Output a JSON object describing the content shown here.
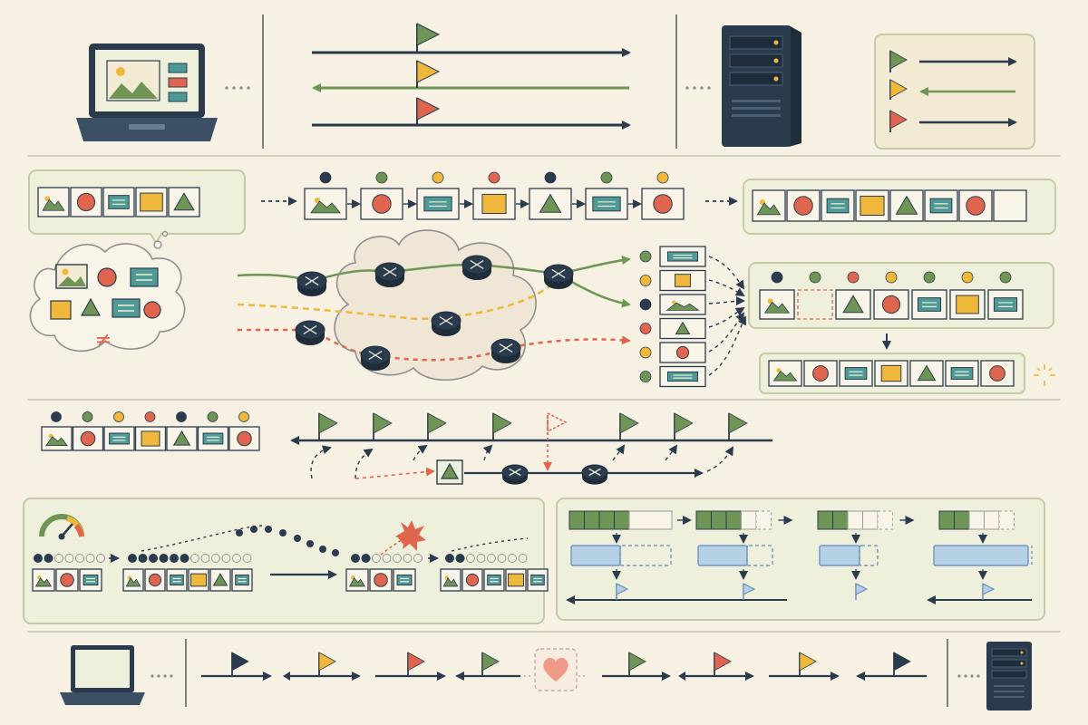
{
  "colors": {
    "background": "#f7f1e3",
    "panel": "#eef0dc",
    "panel_border": "#c4cba4",
    "navy": "#2b3b4e",
    "green": "#6e9556",
    "yellow": "#f0b83a",
    "red": "#e0654f",
    "teal": "#4f9a96",
    "blue": "#b6d0e6",
    "blue_dark": "#5d86b8",
    "heart": "#ef9a86"
  },
  "icons": {
    "client": "laptop-icon",
    "server": "server-icon",
    "router": "router-icon",
    "cloud": "network-cloud-icon",
    "flag": "flag-icon",
    "gauge": "speedometer-gauge-icon",
    "burst": "packet-loss-burst-icon",
    "heart": "heart-icon",
    "thought": "thought-bubble-icon"
  },
  "streams": {
    "chunk_sequence": [
      "image",
      "red-circle",
      "teal-rect",
      "yellow-square",
      "green-triangle",
      "teal-rect",
      "red-circle"
    ],
    "indicator_colors": [
      "navy",
      "green",
      "yellow",
      "red",
      "navy",
      "green",
      "yellow"
    ],
    "received_order": [
      "teal-rect",
      "yellow-square",
      "image",
      "green-triangle",
      "red-circle",
      "teal-rect"
    ],
    "received_dots": [
      "green",
      "yellow",
      "navy",
      "red",
      "yellow",
      "green"
    ],
    "reassembled_with_gap": [
      "image",
      "gap",
      "green-triangle",
      "red-circle",
      "teal-rect",
      "yellow-square",
      "teal-rect"
    ]
  },
  "symbols": {
    "not_equal": "≠"
  }
}
